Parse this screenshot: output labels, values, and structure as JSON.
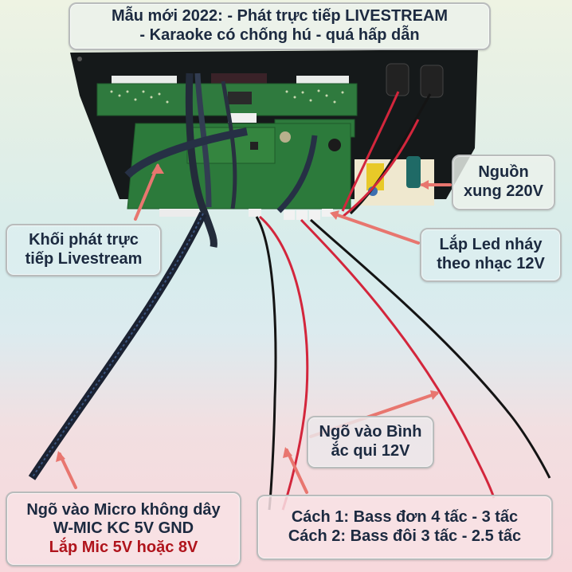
{
  "header": {
    "line1": "Mẫu mới 2022: - Phát trực tiếp LIVESTREAM",
    "line2": "- Karaoke có chống hú - quá hấp dẫn"
  },
  "callouts": {
    "power": {
      "line1": "Nguồn",
      "line2": "xung 220V"
    },
    "livestream": {
      "line1": "Khối phát trực",
      "line2": "tiếp Livestream"
    },
    "led": {
      "line1": "Lắp Led nháy",
      "line2": "theo nhạc 12V"
    },
    "battery": {
      "line1": "Ngõ vào Bình",
      "line2": "ắc qui 12V"
    },
    "mic": {
      "line1": "Ngõ vào Micro không dây",
      "line2": "W-MIC KC 5V GND",
      "line3": "Lắp Mic 5V hoặc 8V"
    },
    "bass": {
      "line1": "Cách 1: Bass đơn 4 tấc - 3 tấc",
      "line2": "Cách 2: Bass đôi 3 tấc - 2.5 tấc"
    }
  },
  "colors": {
    "arrow": "#e8766f",
    "text_dark": "#1c2a40",
    "text_red": "#b0141c",
    "pcb_green": "#2f7a3e",
    "panel_black": "#15191a",
    "wire_red": "#d3263c",
    "wire_black": "#141414"
  }
}
